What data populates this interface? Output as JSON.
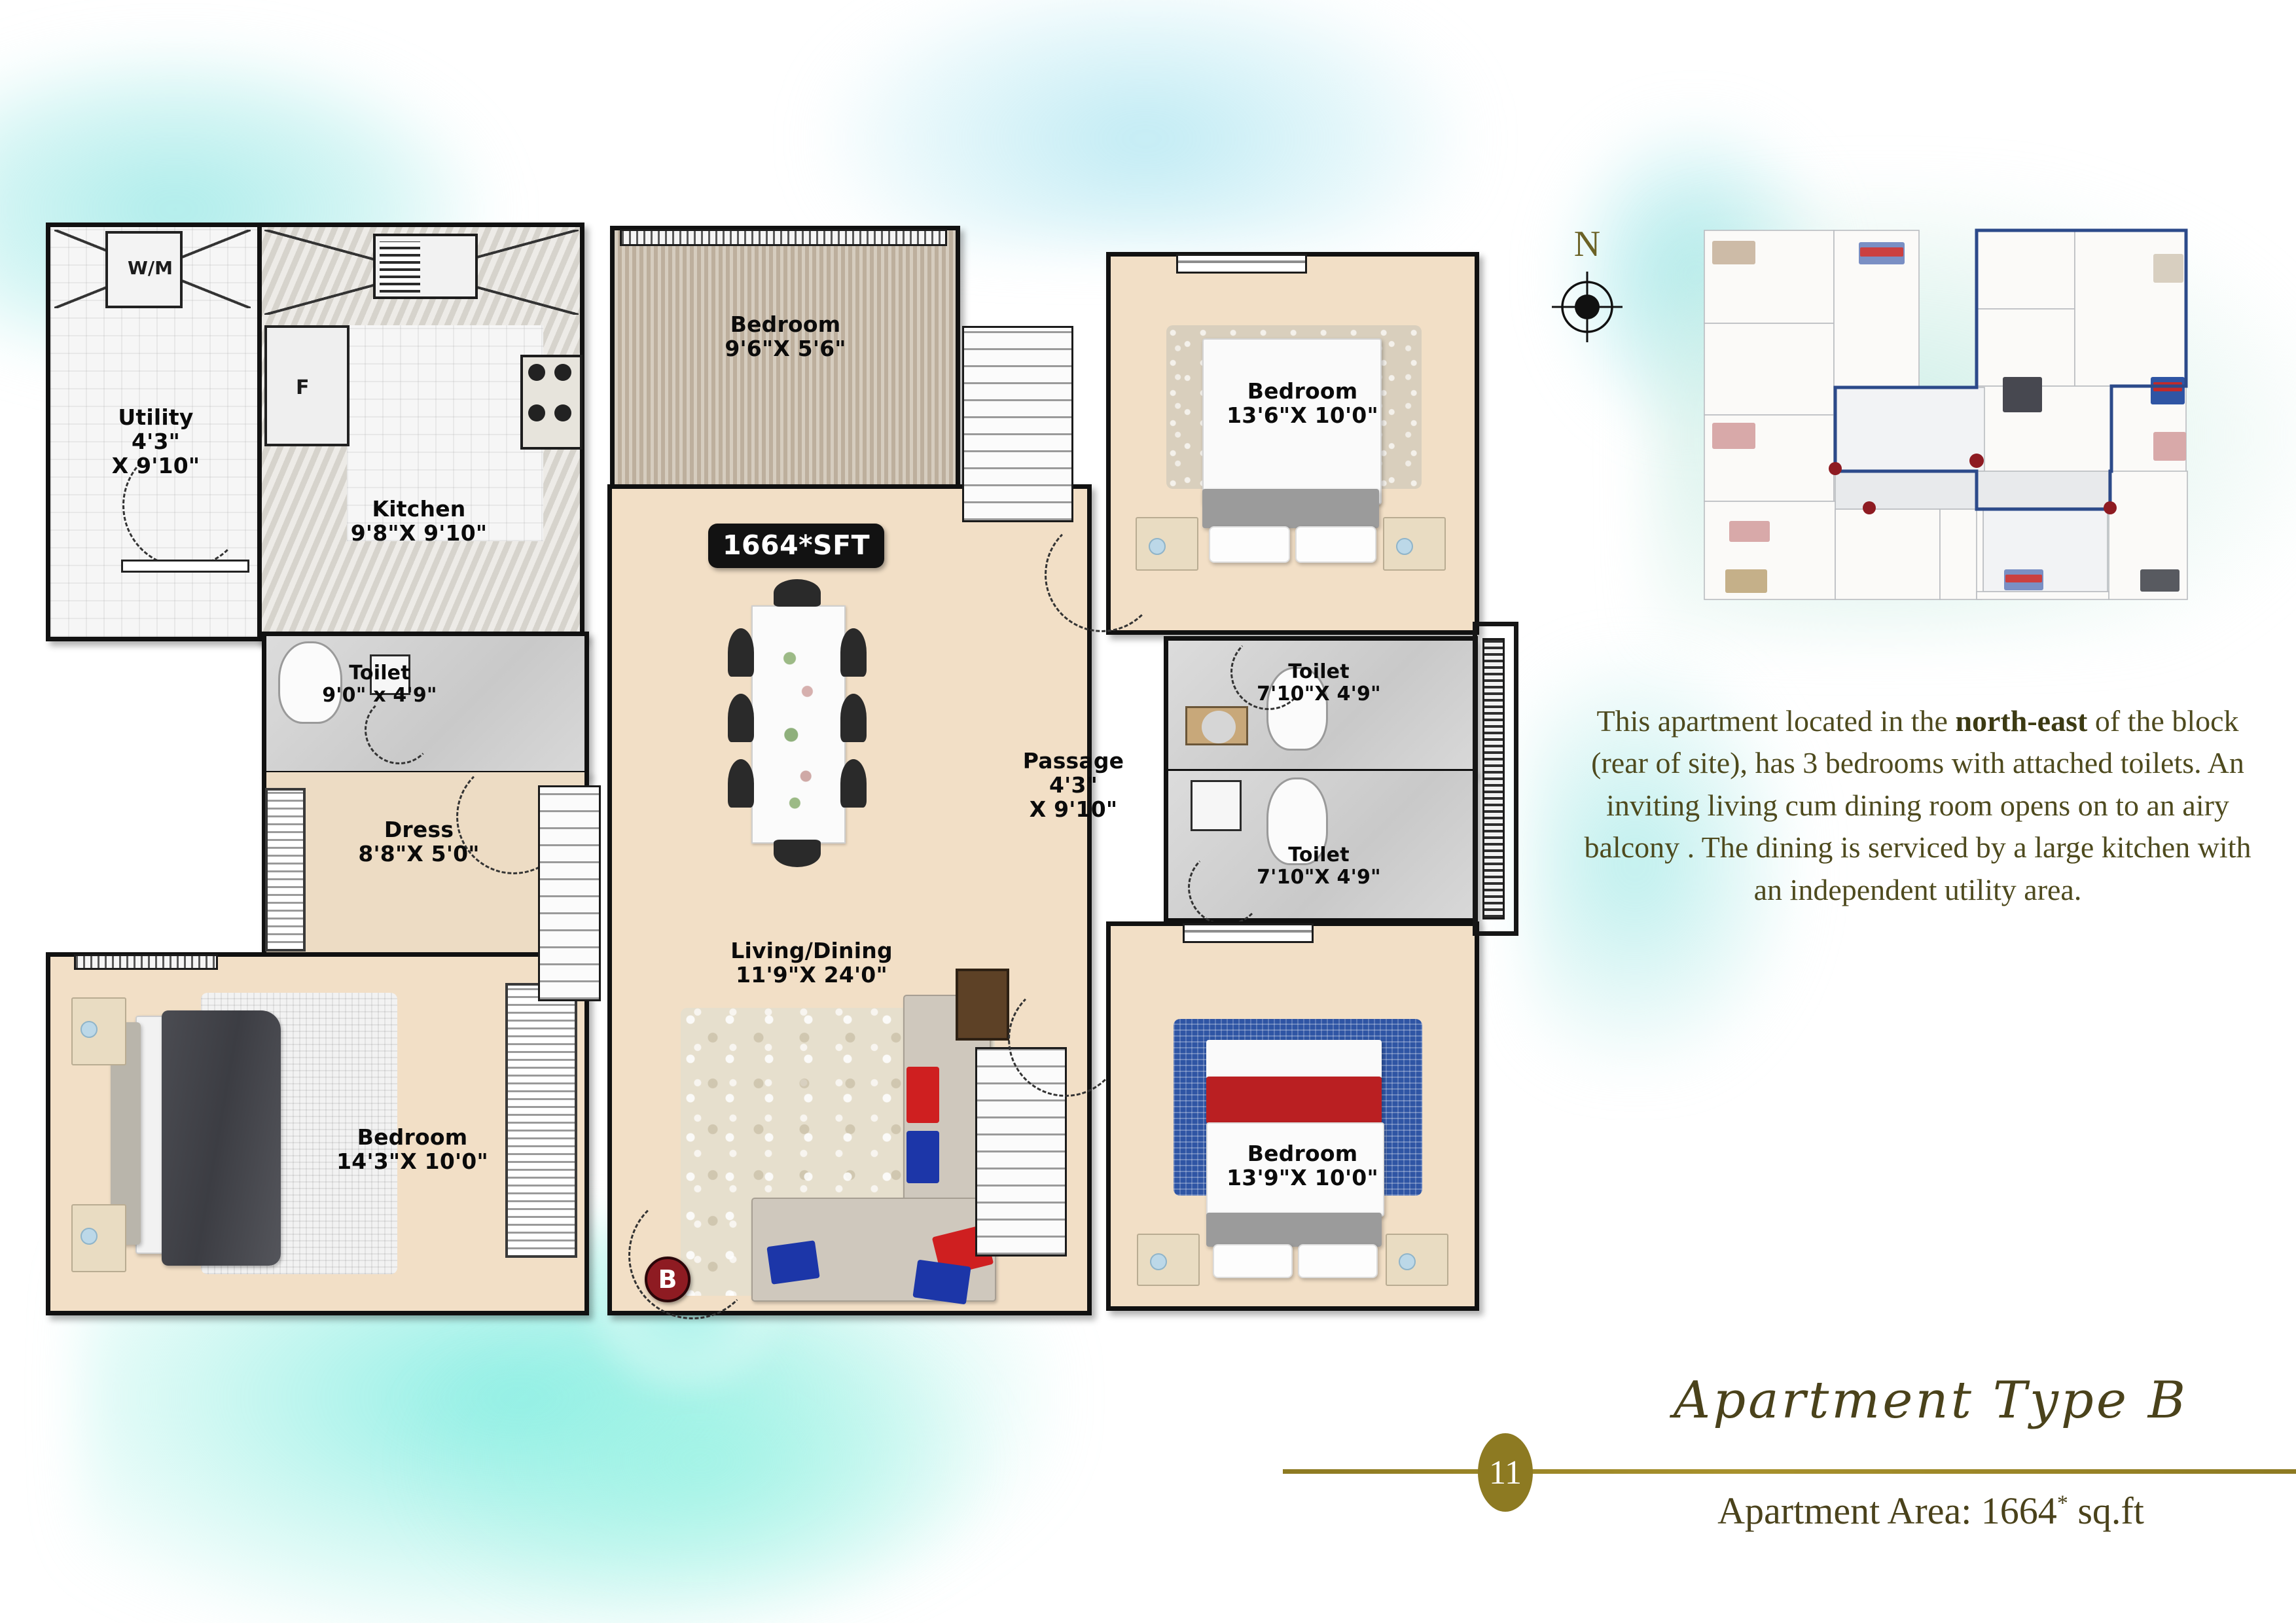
{
  "area_badge": "1664*SFT",
  "entry_marker": "B",
  "north_label": "N",
  "rooms": [
    {
      "id": "utility",
      "name": "Utility",
      "dims": "4'3\"\nX 9'10\"",
      "dim_line1": "4'3\"",
      "dim_line2": "X 9'10\""
    },
    {
      "id": "kitchen",
      "name": "Kitchen",
      "dims": "9'8\"X 9'10\""
    },
    {
      "id": "bed_balc",
      "name": "Bedroom",
      "dims": "9'6\"X 5'6\""
    },
    {
      "id": "bed_ne",
      "name": "Bedroom",
      "dims": "13'6\"X 10'0\""
    },
    {
      "id": "toilet_w",
      "name": "Toilet",
      "dims": "9'0\"  x 4'9\""
    },
    {
      "id": "toilet_e1",
      "name": "Toilet",
      "dims": "7'10\"X 4'9\""
    },
    {
      "id": "toilet_e2",
      "name": "Toilet",
      "dims": "7'10\"X 4'9\""
    },
    {
      "id": "dress",
      "name": "Dress",
      "dims": "8'8\"X 5'0\""
    },
    {
      "id": "passage",
      "name": "Passage",
      "dim_line1": "4'3\"",
      "dim_line2": "X 9'10\""
    },
    {
      "id": "living",
      "name": "Living/Dining",
      "dims": "11'9\"X 24'0\""
    },
    {
      "id": "bed_w",
      "name": "Bedroom",
      "dims": "14'3\"X 10'0\""
    },
    {
      "id": "bed_se",
      "name": "Bedroom",
      "dims": "13'9\"X 10'0\""
    }
  ],
  "markers": {
    "fridge": "F",
    "washing_machine": "W/M"
  },
  "description": {
    "line1_a": "This apartment located in the ",
    "line1_b": "north-east",
    "rest": " of the block (rear of site), has 3 bedrooms with attached toilets. An inviting living cum dining room opens on to an airy balcony . The dining is serviced by a large kitchen  with an independent utility area."
  },
  "footer": {
    "page_number": "11",
    "apartment_type": "Apartment Type B",
    "apartment_area_label": "Apartment Area: 1664",
    "apartment_area_sup": "*",
    "apartment_area_unit": " sq.ft"
  },
  "colors": {
    "gold": "#8d7a22",
    "olive_text": "#4e4a1e",
    "entry_red": "#8e1b22",
    "badge_black": "#121212",
    "floor_beige": "#f2dfc6",
    "wash_aqua": "#9ee9e7",
    "rug_blue": "#2f55a4",
    "cushion_red": "#cf1f20"
  }
}
